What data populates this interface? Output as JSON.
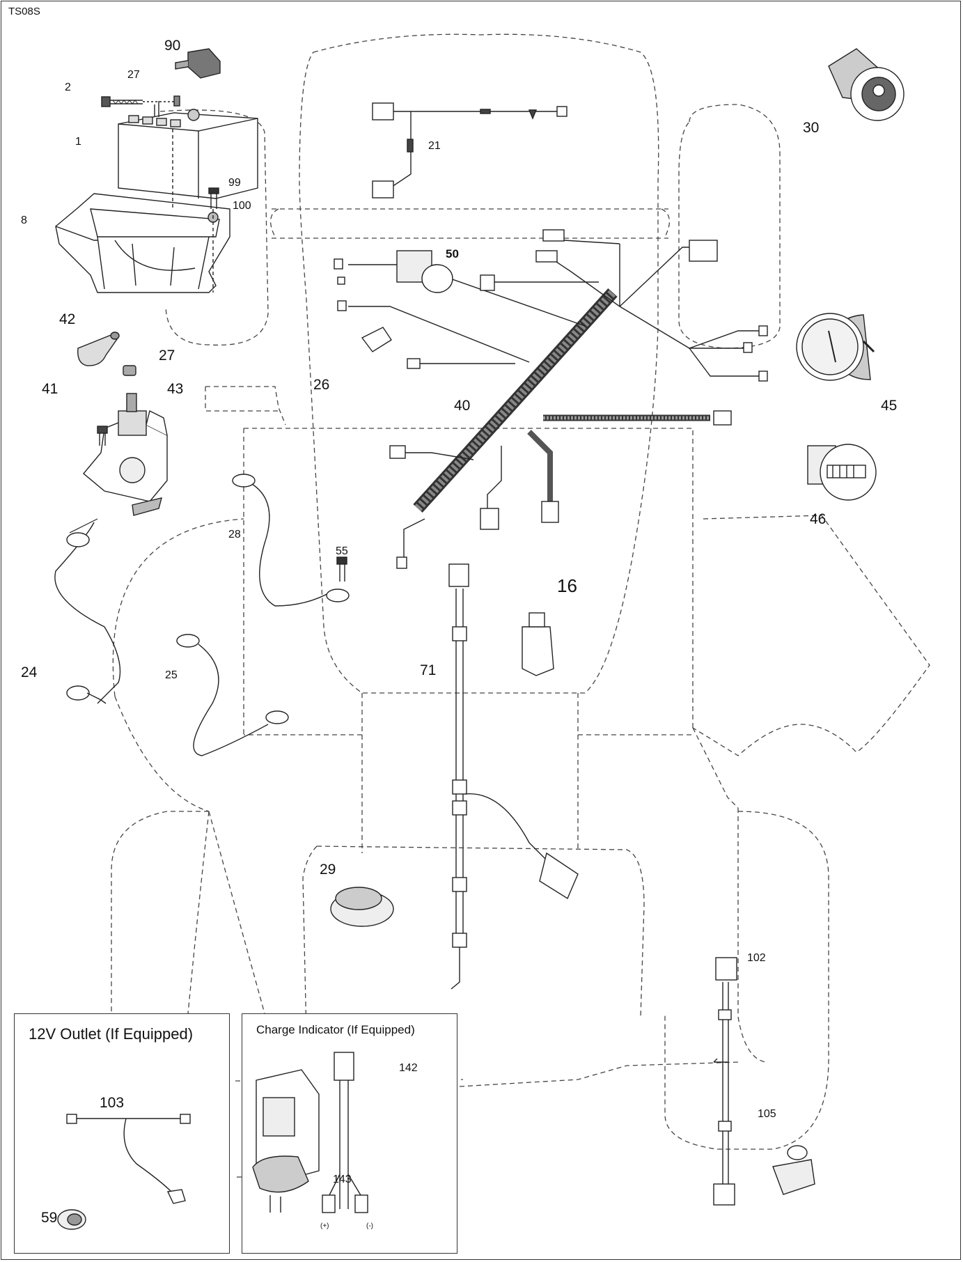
{
  "model_code": "TS08S",
  "labels": {
    "p90": "90",
    "p2": "2",
    "p27a": "27",
    "p1": "1",
    "p99": "99",
    "p100": "100",
    "p8": "8",
    "p42": "42",
    "p27b": "27",
    "p41": "41",
    "p43": "43",
    "p28": "28",
    "p55": "55",
    "p24": "24",
    "p25": "25",
    "p21": "21",
    "p50": "50",
    "p26": "26",
    "p40": "40",
    "p71": "71",
    "p16": "16",
    "p29": "29",
    "p30": "30",
    "p45": "45",
    "p46": "46",
    "p102": "102",
    "p105": "105",
    "p103": "103",
    "p59": "59",
    "p142": "142",
    "p143": "143",
    "plus": "(+)",
    "minus": "(-)"
  },
  "boxes": {
    "outlet_title": "12V Outlet (If Equipped)",
    "charge_title": "Charge Indicator (If Equipped)"
  }
}
